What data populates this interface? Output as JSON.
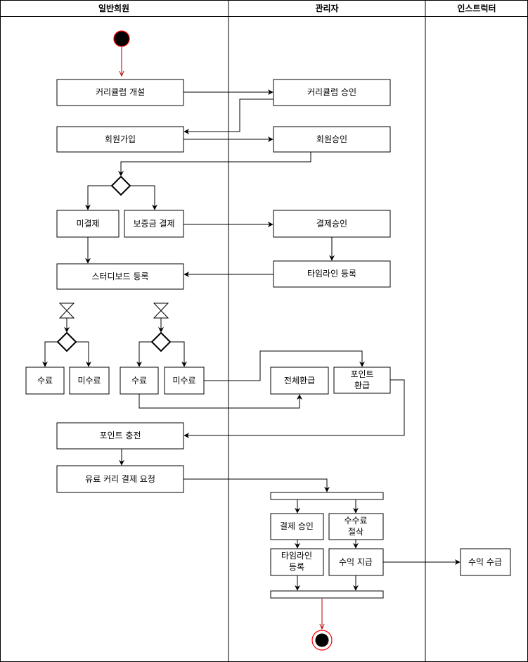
{
  "lanes": {
    "member": "일반회원",
    "admin": "관리자",
    "instructor": "인스트럭터"
  },
  "nodes": {
    "curriculum_open": "커리큘럼 개설",
    "curriculum_approve": "커리큘럼 승인",
    "signup": "회원가입",
    "member_approve": "회원승인",
    "unpaid": "미결제",
    "deposit_pay": "보증금 결제",
    "payment_approve": "결제승인",
    "studyboard_register": "스터디보드 등록",
    "timeline_register": "타임라인 등록",
    "complete_1": "수료",
    "incomplete_1": "미수료",
    "complete_2": "수료",
    "incomplete_2": "미수료",
    "full_refund": "전체환급",
    "point_refund": [
      "포인트",
      "환급"
    ],
    "point_charge": "포인트 충전",
    "paid_curry_request": "유료 커리 결제 요청",
    "payment_approve_2": "결제 승인",
    "fee_deduct": [
      "수수료",
      "절삭"
    ],
    "timeline_register_2": [
      "타임라인",
      "등록"
    ],
    "revenue_pay": "수익 지급",
    "revenue_receive": "수익 수급"
  },
  "colors": {
    "start_fill": "#000000",
    "start_stroke": "#ff0000",
    "start_arrow": "#b20000",
    "line": "#000000"
  }
}
